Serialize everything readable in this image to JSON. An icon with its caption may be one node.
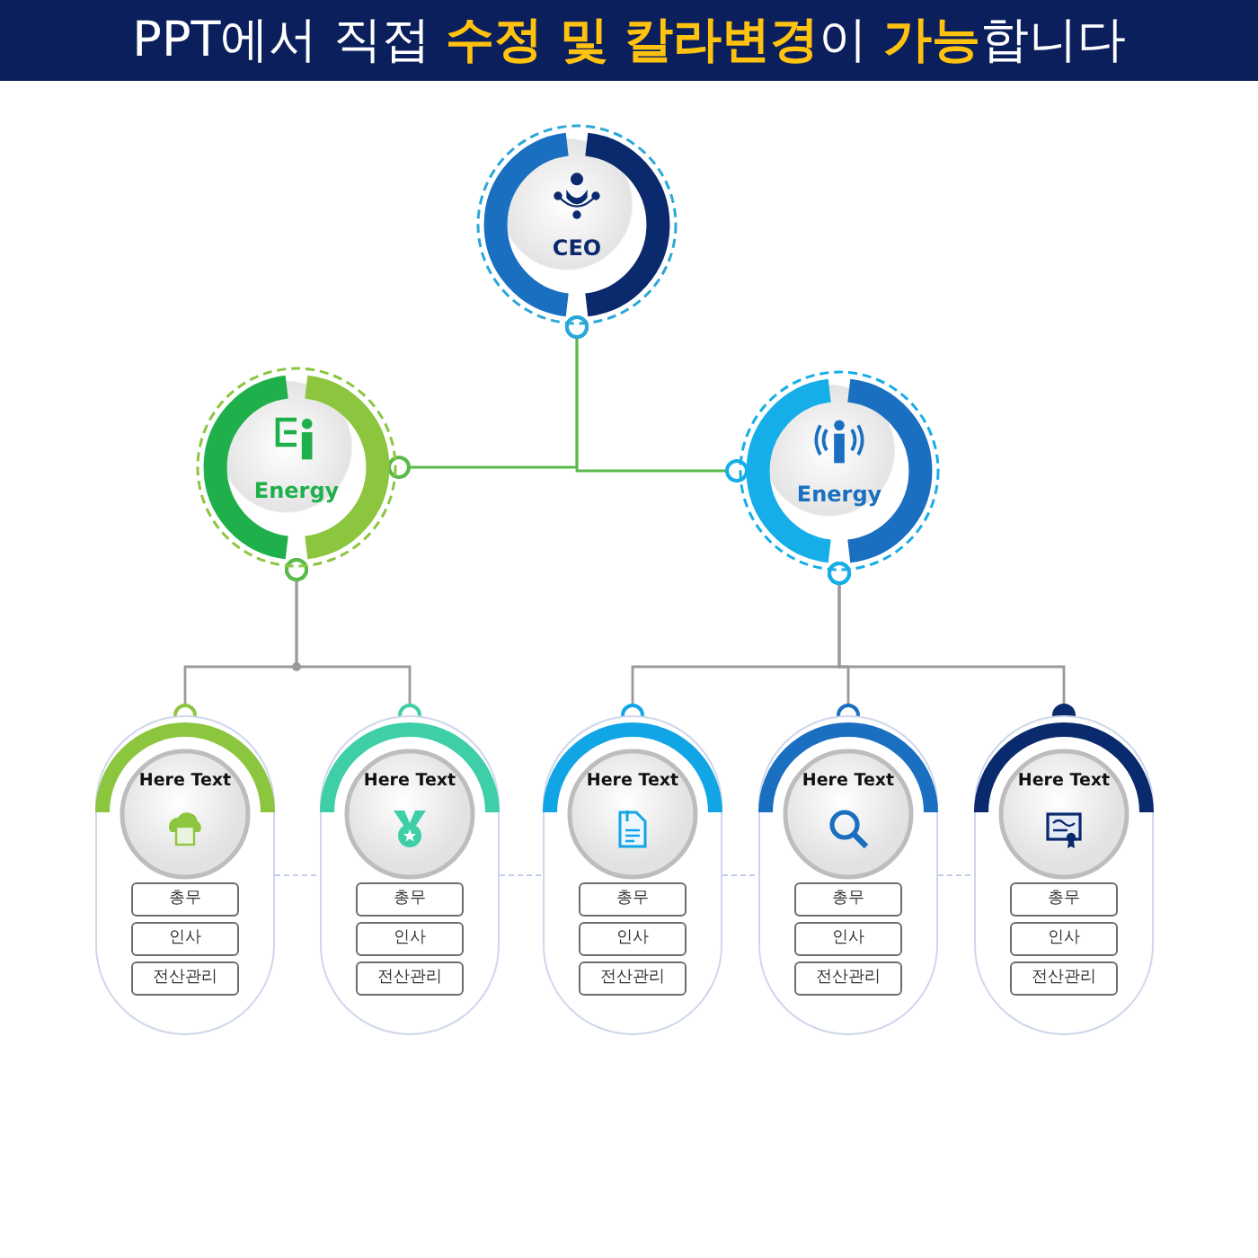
{
  "diagram": {
    "title": "PPT에서 직접 **수정 및 칼라변경**이 **가능**합니다",
    "nodes": [
      {
        "text": [
          "CEO"
        ]
      },
      {
        "text": [
          "Energy"
        ]
      },
      {
        "text": [
          "Energy"
        ]
      },
      {
        "text": [
          "Here Text"
        ]
      },
      {
        "text": [
          "총무"
        ],
        "in": 3
      },
      {
        "text": [
          "인사"
        ],
        "in": 3
      },
      {
        "text": [
          "전산관리"
        ],
        "in": 3
      },
      {
        "text": [
          "Here Text"
        ]
      },
      {
        "text": [
          "총무"
        ],
        "in": 7
      },
      {
        "text": [
          "인사"
        ],
        "in": 7
      },
      {
        "text": [
          "전산관리"
        ],
        "in": 7
      },
      {
        "text": [
          "Here Text"
        ]
      },
      {
        "text": [
          "총무"
        ],
        "in": 11
      },
      {
        "text": [
          "인사"
        ],
        "in": 11
      },
      {
        "text": [
          "전산관리"
        ],
        "in": 11
      },
      {
        "text": [
          "Here Text"
        ]
      },
      {
        "text": [
          "총무"
        ],
        "in": 15
      },
      {
        "text": [
          "인사"
        ],
        "in": 15
      },
      {
        "text": [
          "전산관리"
        ],
        "in": 15
      },
      {
        "text": [
          "Here Text"
        ]
      },
      {
        "text": [
          "총무"
        ],
        "in": 19
      },
      {
        "text": [
          "인사"
        ],
        "in": 19
      },
      {
        "text": [
          "전산관리"
        ],
        "in": 19
      }
    ],
    "edges": [
      {
        "from": 0,
        "to": 1,
        "arrow": "other",
        "color": "#59b94a"
      },
      {
        "from": 0,
        "to": 2,
        "arrow": "other",
        "color": "#59b94a"
      },
      {
        "from": 1,
        "to": 3,
        "arrow": "other"
      },
      {
        "from": 1,
        "to": 7,
        "arrow": "other"
      },
      {
        "from": 2,
        "to": 11,
        "arrow": "other"
      },
      {
        "from": 2,
        "to": 15,
        "arrow": "other"
      },
      {
        "from": 2,
        "to": 19,
        "arrow": "other"
      },
      {
        "from": 3,
        "to": 7,
        "arrow": "none",
        "style": "dashed",
        "color": "#c5cce8"
      },
      {
        "from": 7,
        "to": 11,
        "arrow": "none",
        "style": "dashed",
        "color": "#c5cce8"
      },
      {
        "from": 11,
        "to": 15,
        "arrow": "none",
        "style": "dashed",
        "color": "#c5cce8"
      },
      {
        "from": 15,
        "to": 19,
        "arrow": "none",
        "style": "dashed",
        "color": "#c5cce8"
      }
    ]
  }
}
